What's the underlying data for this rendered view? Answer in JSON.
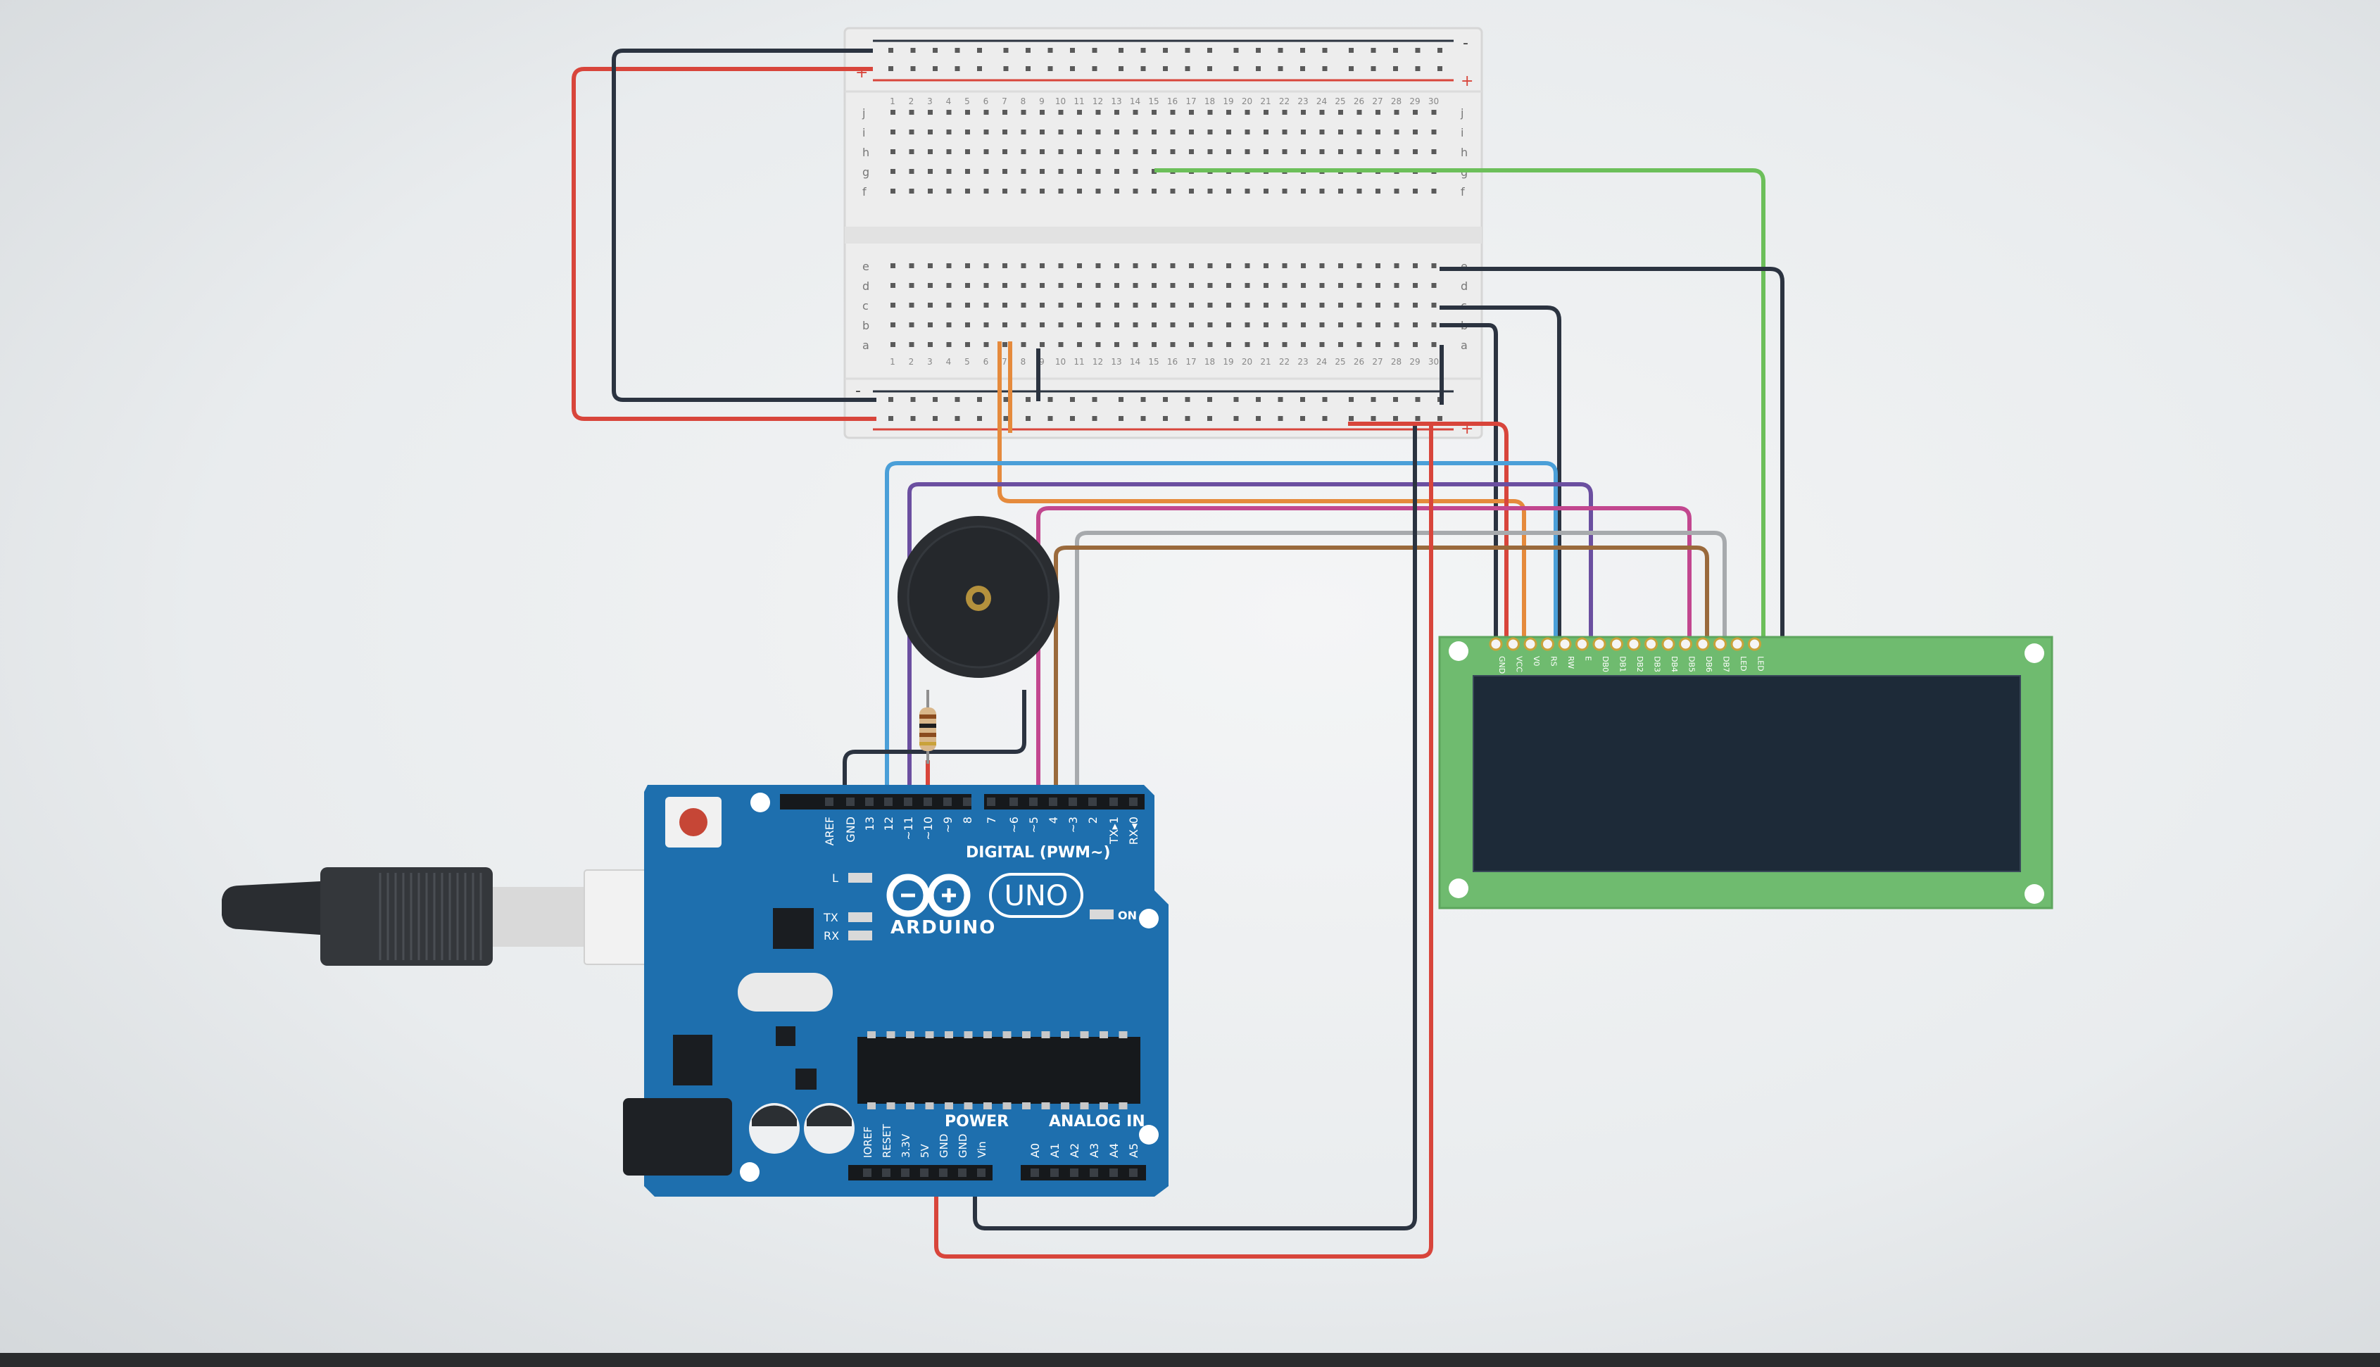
{
  "arduino": {
    "brand": "ARDUINO",
    "model": "UNO",
    "on_label": "ON",
    "led_l": "L",
    "led_tx": "TX",
    "led_rx": "RX",
    "digital_label": "DIGITAL (PWM~)",
    "power_label": "POWER",
    "analog_label": "ANALOG IN",
    "digital_pins": [
      "AREF",
      "GND",
      "13",
      "12",
      "~11",
      "~10",
      "~9",
      "8",
      "7",
      "~6",
      "~5",
      "4",
      "~3",
      "2",
      "TX▸1",
      "RX◂0"
    ],
    "power_pins": [
      "IOREF",
      "RESET",
      "3.3V",
      "5V",
      "GND",
      "GND",
      "Vin"
    ],
    "analog_pins": [
      "A0",
      "A1",
      "A2",
      "A3",
      "A4",
      "A5"
    ]
  },
  "lcd": {
    "pins": [
      "GND",
      "VCC",
      "V0",
      "RS",
      "RW",
      "E",
      "DB0",
      "DB1",
      "DB2",
      "DB3",
      "DB4",
      "DB5",
      "DB6",
      "DB7",
      "LED",
      "LED"
    ]
  },
  "breadboard": {
    "row_letters_top": [
      "j",
      "i",
      "h",
      "g",
      "f"
    ],
    "row_letters_bottom": [
      "e",
      "d",
      "c",
      "b",
      "a"
    ],
    "column_count": 30,
    "rail_plus": "+",
    "rail_minus": "-"
  },
  "colors": {
    "board": "#1e6fae",
    "board_dark": "#155a8f",
    "lcd_pcb": "#6fbb6f",
    "lcd_screen": "#1d2a38",
    "wire_red": "#d8453b",
    "wire_black": "#2b3340",
    "wire_green": "#6cbf5a",
    "wire_blue": "#4a9fd8",
    "wire_purple": "#6b4fa0",
    "wire_orange": "#e58a3c",
    "wire_magenta": "#c2478f",
    "wire_gray": "#a7aaad",
    "wire_brown": "#9a6a3c"
  },
  "icons": [
    "usb-cable-icon",
    "buzzer-icon",
    "resistor-icon",
    "reset-button-icon"
  ]
}
